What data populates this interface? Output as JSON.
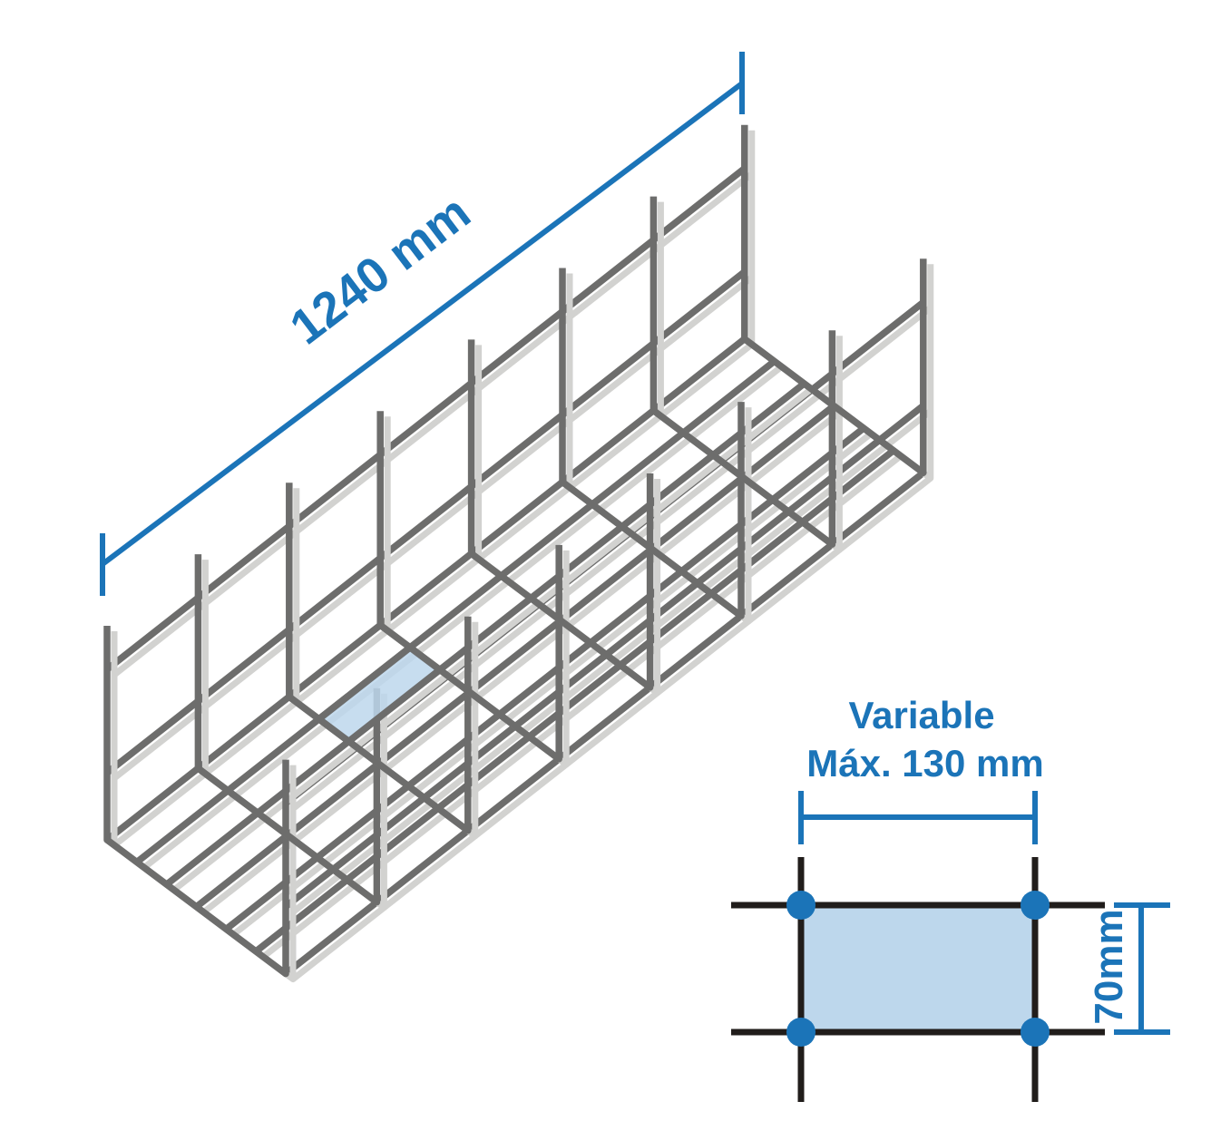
{
  "page": {
    "description": "Isometric technical diagram of a wire mesh cable tray with overall length dimension and an enlarged mesh cell detail"
  },
  "colors": {
    "accent_blue": "#1b74b8",
    "light_blue_fill": "#bdd7ec",
    "wire_gray": "#6d6d6c",
    "wire_shadow_gray": "#d2d2d0",
    "line_black": "#211d1b",
    "background": "#ffffff"
  },
  "iso_view": {
    "length_label": "1240 mm",
    "transverse_frames": 8,
    "bottom_wire_gaps": 6,
    "highlighted_cell": true
  },
  "detail_view": {
    "width_label_line1": "Variable",
    "width_label_line2": "Máx. 130 mm",
    "height_label": "70mm",
    "corner_nodes": 4
  }
}
